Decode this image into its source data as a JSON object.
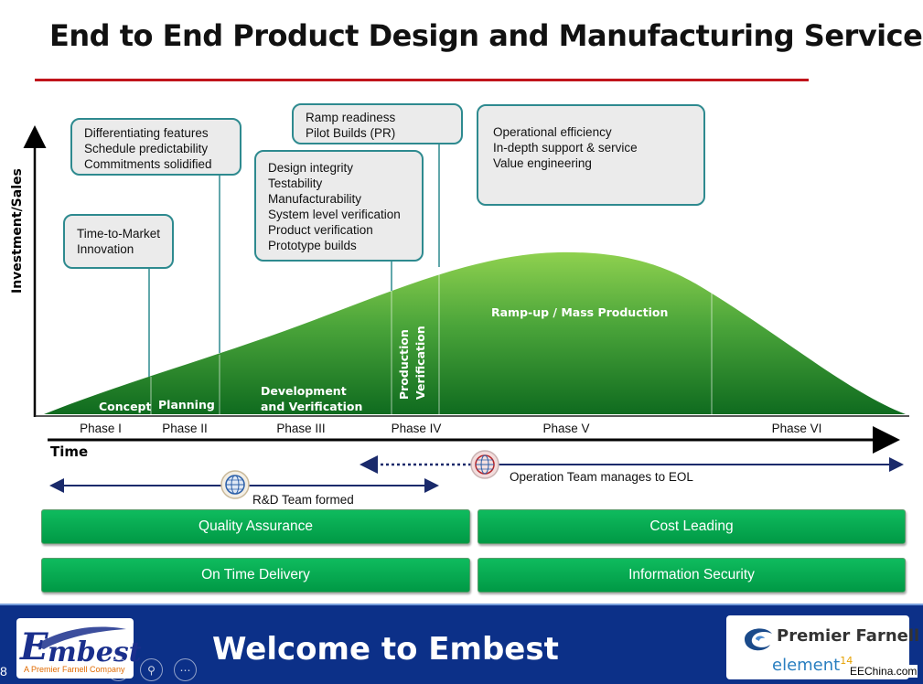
{
  "title": "End to End Product Design and Manufacturing Service",
  "callouts": {
    "market": [
      "Time-to-Market",
      "Innovation"
    ],
    "planning": [
      "Differentiating features",
      "Schedule predictability",
      "Commitments solidified"
    ],
    "design": [
      "Design integrity",
      "Testability",
      "Manufacturability",
      "System level verification",
      "Product verification",
      "Prototype builds"
    ],
    "ramp": [
      "Ramp readiness",
      "Pilot Builds (PR)"
    ],
    "operational": [
      "Operational efficiency",
      "In-depth support & service",
      "Value engineering"
    ]
  },
  "curve_labels": {
    "concept": "Concept",
    "planning": "Planning",
    "dev_line1": "Development",
    "dev_line2": "and Verification",
    "prod_line1": "Production",
    "prod_line2": "Verification",
    "ramp": "Ramp-up / Mass Production"
  },
  "axis": {
    "y_label": "Investment/Sales",
    "x_label": "Time"
  },
  "phases": [
    "Phase I",
    "Phase II",
    "Phase III",
    "Phase IV",
    "Phase V",
    "Phase VI"
  ],
  "teams": {
    "rd": "R&D Team formed",
    "operation": "Operation Team manages to EOL"
  },
  "buttons": {
    "quality": "Quality Assurance",
    "cost": "Cost  Leading",
    "delivery": "On Time Delivery",
    "security": "Information Security"
  },
  "footer": {
    "welcome": "Welcome to Embest",
    "embest_logo": "mbest",
    "embest_logo_e": "E",
    "embest_sub": "A Premier Farnell Company",
    "premier_farnell": "Premier Farnell",
    "element14": "element",
    "element14_suffix": "14",
    "watermark": "EEChina.com",
    "page_number": "8"
  },
  "colors": {
    "accent_red": "#c0141b",
    "curve_green_top": "#8fd14f",
    "curve_green_bottom": "#0f6b1f",
    "callout_border": "#2e8a8f",
    "button_green": "#00a84f",
    "footer_blue": "#0c3088"
  }
}
